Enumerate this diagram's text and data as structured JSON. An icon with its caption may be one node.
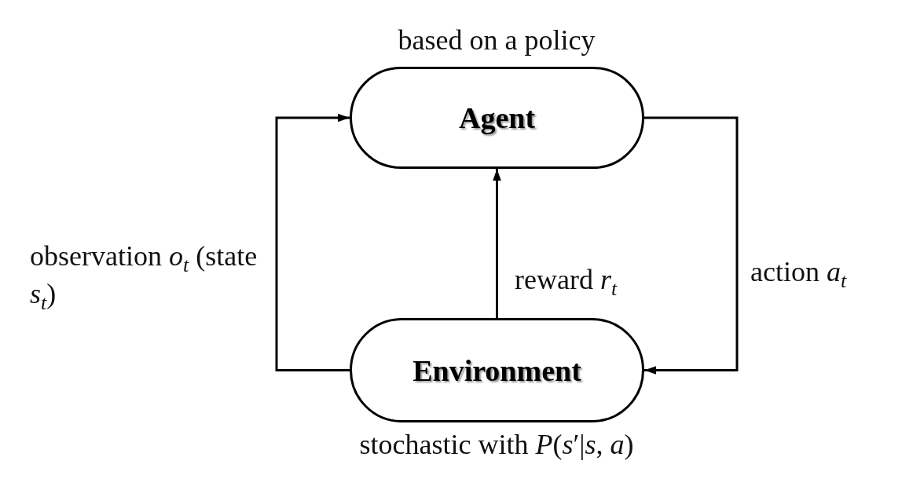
{
  "diagram": {
    "nodes": [
      {
        "text": [
          "Agent"
        ],
        "beside": [
          "based on a policy"
        ]
      },
      {
        "text": [
          "Environment"
        ],
        "beside": [
          "stochastic with *P*(*s*′|*s*, *a*)"
        ]
      }
    ],
    "edges": [
      {
        "from": 0,
        "to": 1,
        "arrow": "to",
        "label": "action *a*$_{t}$"
      },
      {
        "from": 1,
        "to": 0,
        "arrow": "to",
        "label": "reward *r*$_{t}$"
      },
      {
        "from": 1,
        "to": 0,
        "arrow": "to",
        "label": "observation *o*$_{t}$ (state *s*$_{t}$)"
      }
    ]
  }
}
